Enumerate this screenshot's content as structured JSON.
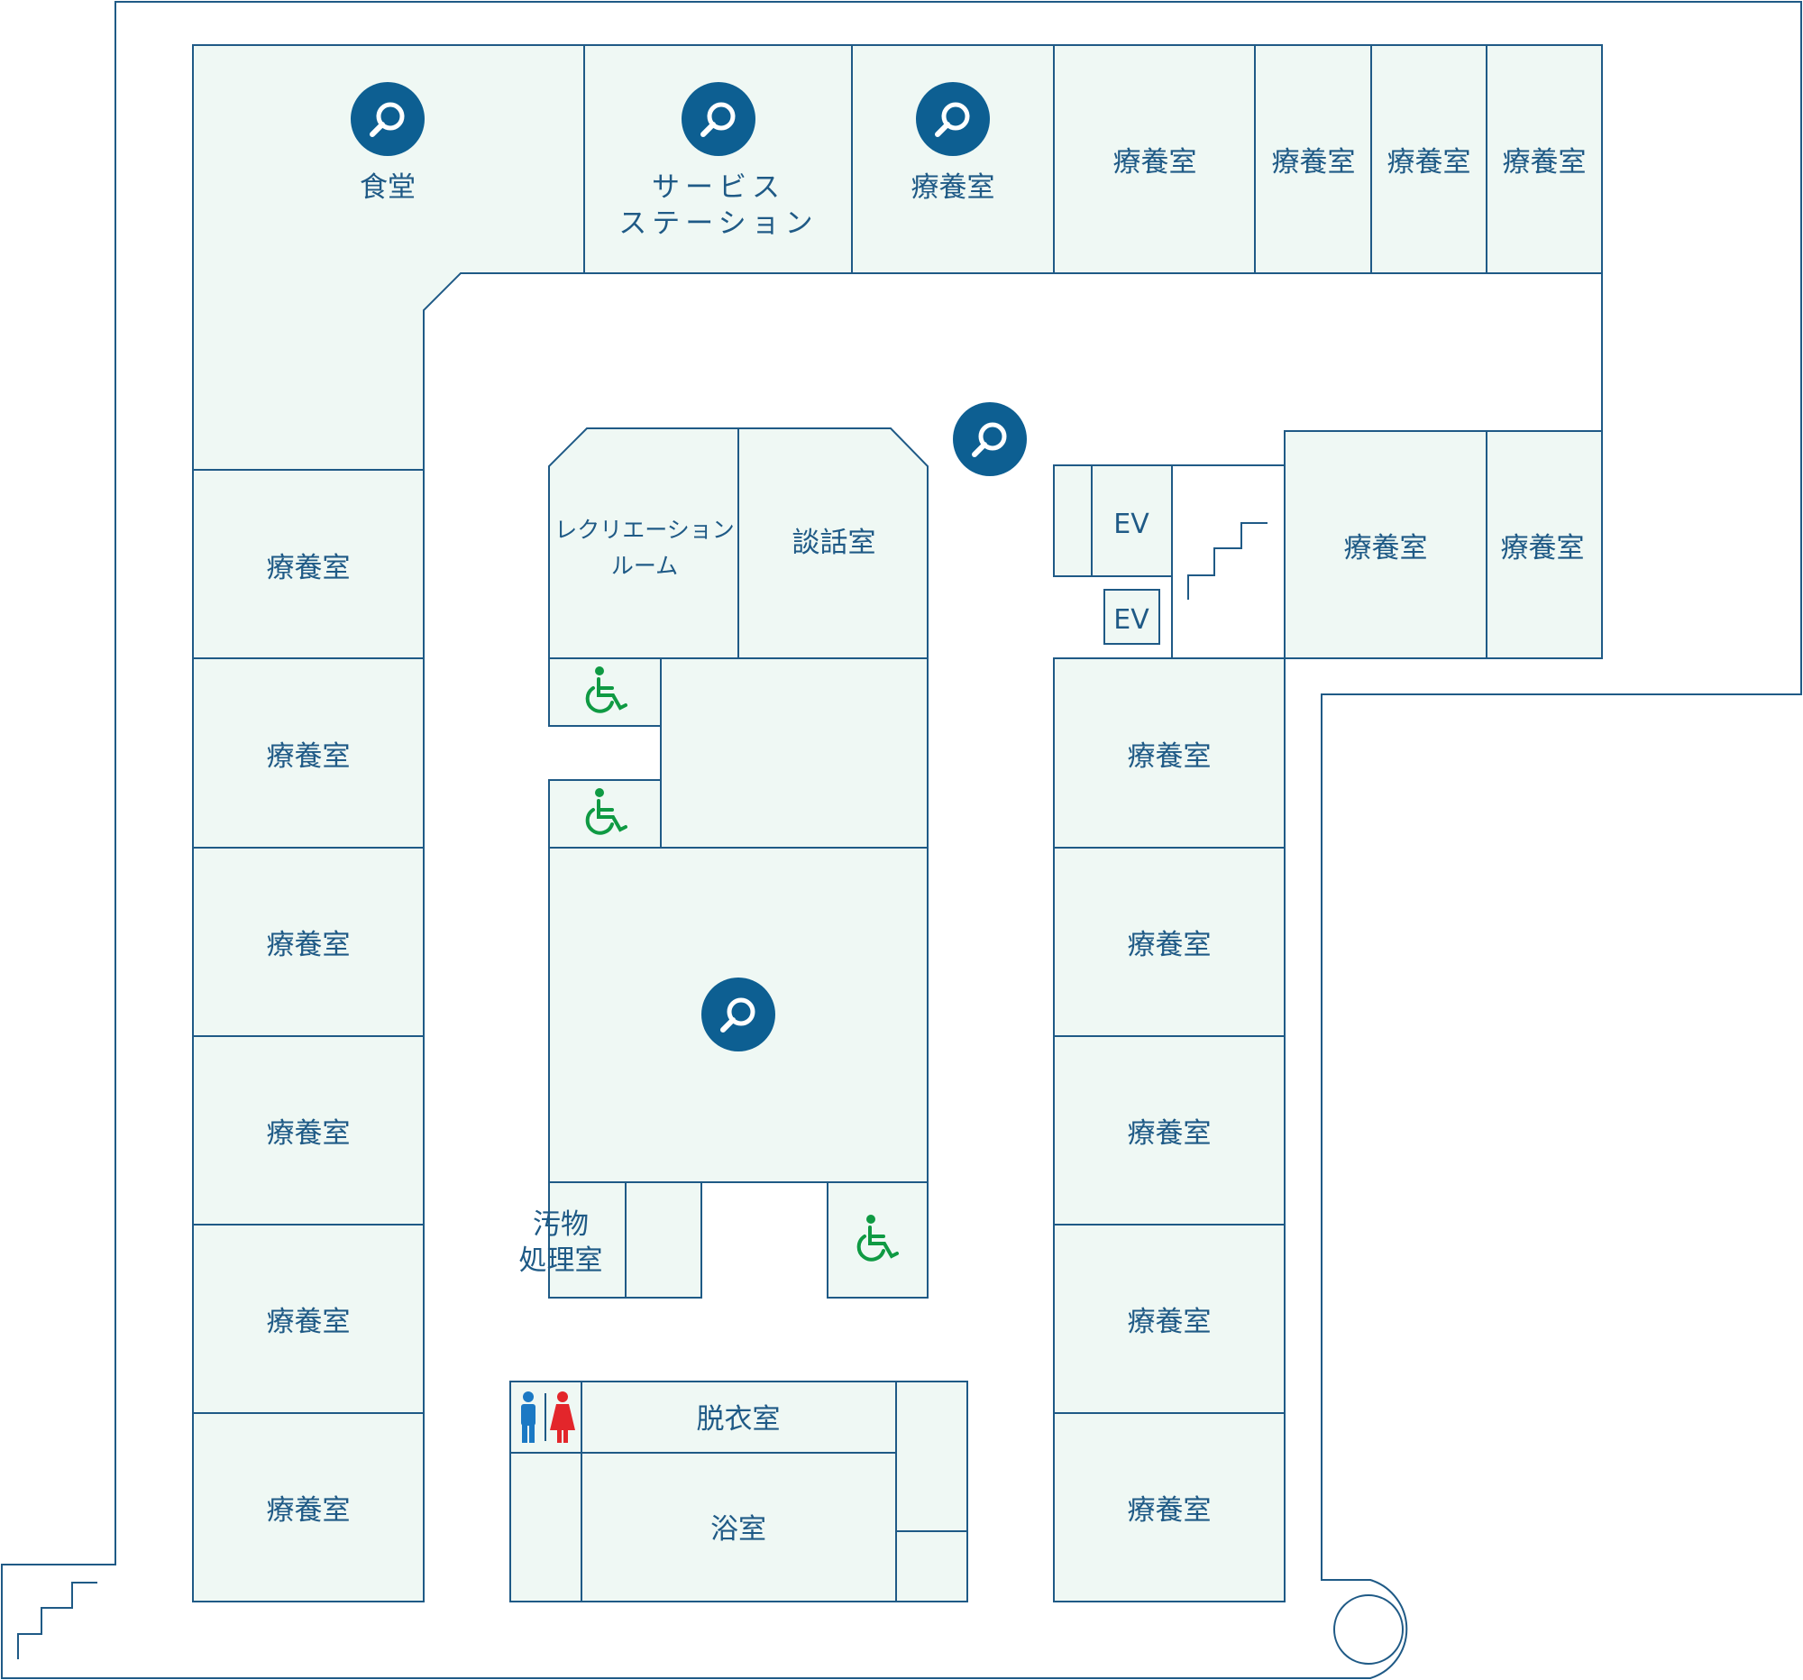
{
  "colors": {
    "line": "#1f5a86",
    "room_fill": "#eff8f4",
    "icon_blue": "#0d5f92",
    "wheelchair_green": "#0f9a43",
    "male": "#1b79c4",
    "female": "#e3262b"
  },
  "rooms": {
    "shokudo": "食堂",
    "service_1": "サービス",
    "service_2": "ステーション",
    "ryoyo": "療養室",
    "recreation_1": "レクリエーション",
    "recreation_2": "ルーム",
    "danwa": "談話室",
    "ev": "EV",
    "obutsu_1": "汚物",
    "obutsu_2": "処理室",
    "datsui": "脱衣室",
    "yoku": "浴室"
  },
  "icons": [
    "search-icon",
    "wheelchair-icon",
    "restroom-icon",
    "stairs-icon",
    "elevator"
  ]
}
